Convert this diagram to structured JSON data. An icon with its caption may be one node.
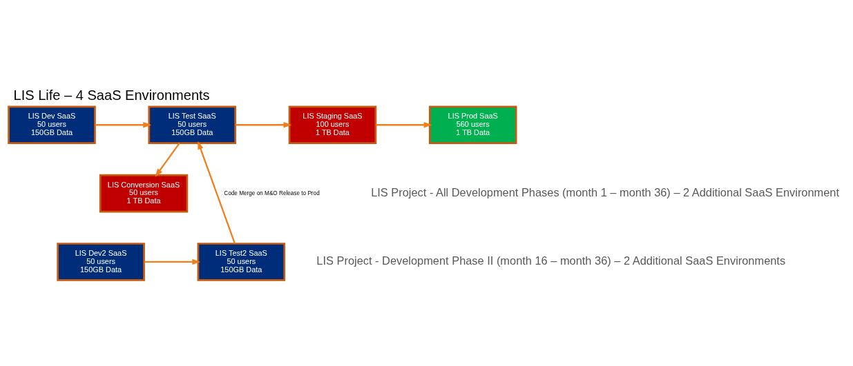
{
  "diagram": {
    "title": "LIS Life – 4 SaaS Environments",
    "nodes": [
      {
        "text": [
          "LIS Dev SaaS",
          "50 users",
          "150GB Data"
        ]
      },
      {
        "text": [
          "LIS Test SaaS",
          "50 users",
          "150GB Data"
        ]
      },
      {
        "text": [
          "LIS Staging SaaS",
          "100 users",
          "1 TB Data"
        ]
      },
      {
        "text": [
          "LIS Prod SaaS",
          "560 users",
          "1 TB Data"
        ]
      },
      {
        "text": [
          "LIS Conversion SaaS",
          "50 users",
          "1 TB Data"
        ]
      },
      {
        "text": [
          "LIS Dev2 SaaS",
          "50 users",
          "150GB Data"
        ]
      },
      {
        "text": [
          "LIS Test2 SaaS",
          "50 users",
          "150GB Data"
        ]
      }
    ],
    "edges": [
      {
        "from": 0,
        "to": 1,
        "arrow": "to"
      },
      {
        "from": 1,
        "to": 2,
        "arrow": "to"
      },
      {
        "from": 2,
        "to": 3,
        "arrow": "to"
      },
      {
        "from": 1,
        "to": 4,
        "arrow": "to"
      },
      {
        "from": 5,
        "to": 6,
        "arrow": "to"
      },
      {
        "from": 6,
        "to": 1,
        "arrow": "to",
        "label": "Code Merge on M&O Release to Prod"
      }
    ],
    "labels": [
      "LIS Project - All Development Phases (month 1 – month 36) – 2 Additional SaaS Environment",
      "LIS Project - Development Phase II (month 16 – month 36) – 2 Additional SaaS Environments"
    ]
  }
}
